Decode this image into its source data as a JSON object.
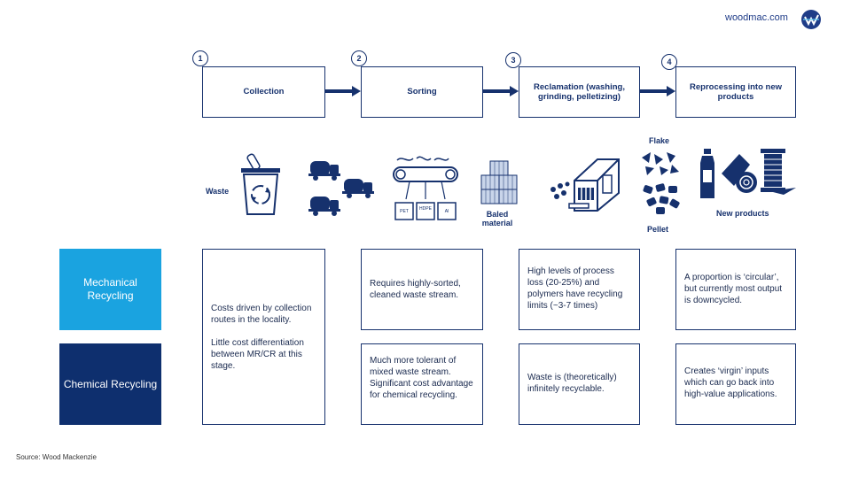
{
  "brand": {
    "site": "woodmac.com",
    "logo_icon": "woodmac-logo-icon"
  },
  "steps": [
    {
      "number": "1",
      "label": "Collection"
    },
    {
      "number": "2",
      "label": "Sorting"
    },
    {
      "number": "3",
      "label": "Reclamation (washing, grinding, pelletizing)"
    },
    {
      "number": "4",
      "label": "Reprocessing into new products"
    }
  ],
  "illustrations": {
    "waste_label": "Waste",
    "bin_labels": [
      "PET",
      "HDPE",
      "Al"
    ],
    "baled_label": "Baled material",
    "flake_label": "Flake",
    "pellet_label": "Pellet",
    "new_products_label": "New products"
  },
  "rows": [
    {
      "label": "Mechanical Recycling",
      "color": "#1aa3e0"
    },
    {
      "label": "Chemical Recycling",
      "color": "#0e2f6e"
    }
  ],
  "cells": {
    "collection_shared": [
      "Costs driven by collection routes in the locality.",
      "Little cost differentiation between MR/CR at this stage."
    ],
    "mechanical": {
      "sorting": "Requires highly-sorted, cleaned waste stream.",
      "reclamation": "High levels of process loss (20-25%) and polymers have recycling limits (~3-7 times)",
      "reprocessing": "A proportion is ‘circular’, but currently most output is downcycled."
    },
    "chemical": {
      "sorting": "Much more tolerant of mixed waste stream. Significant cost advantage for chemical recycling.",
      "reclamation": "Waste is (theoretically) infinitely recyclable.",
      "reprocessing": "Creates ‘virgin’ inputs which can go back into high-value applications."
    }
  },
  "source": "Source: Wood Mackenzie"
}
